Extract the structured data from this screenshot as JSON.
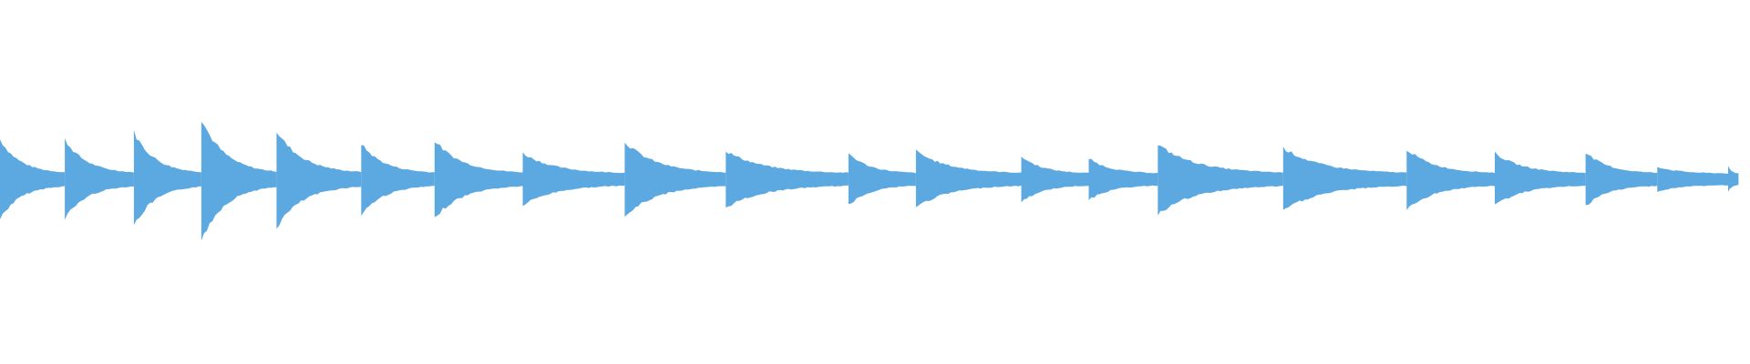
{
  "waveform": {
    "color": "#5ca9e2",
    "background": "#ffffff",
    "onset_times": [
      0.0,
      0.075,
      0.155,
      0.233,
      0.32,
      0.418,
      0.503,
      0.605,
      0.723,
      0.84,
      0.982,
      1.06,
      1.182,
      1.26,
      1.34,
      1.485,
      1.628,
      1.73,
      1.835,
      1.918,
      2.0
    ],
    "onset_peaks": [
      0.38,
      0.38,
      0.45,
      0.58,
      0.46,
      0.34,
      0.37,
      0.25,
      0.36,
      0.27,
      0.25,
      0.27,
      0.22,
      0.2,
      0.33,
      0.3,
      0.29,
      0.25,
      0.26,
      0.12,
      0.12
    ],
    "decay_floor": 0.12
  }
}
